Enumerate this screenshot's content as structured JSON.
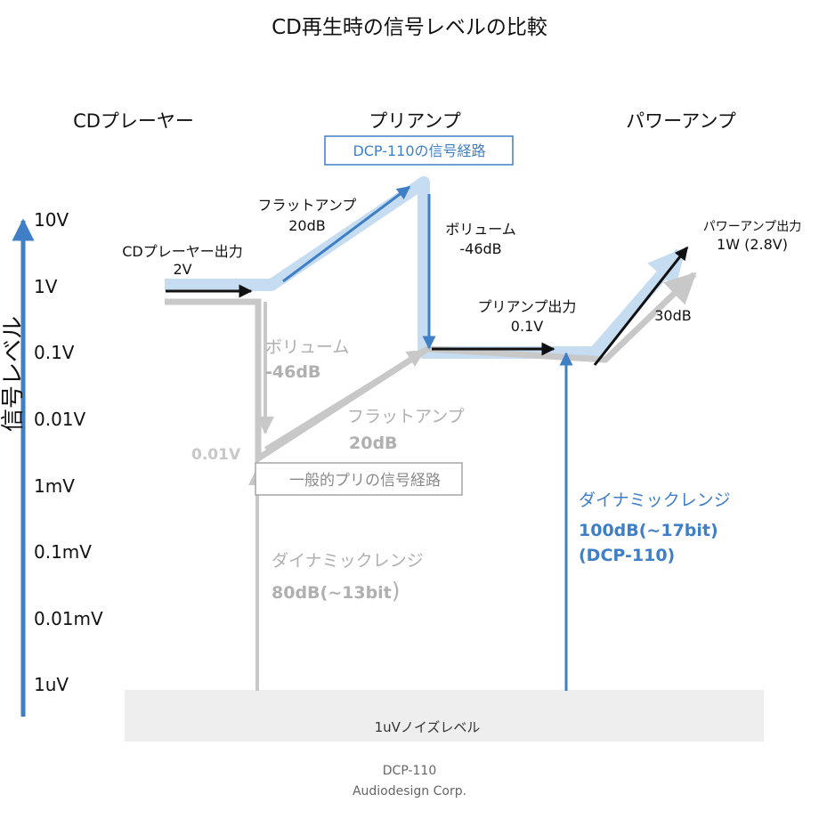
{
  "title": "CD再生時の信号レベルの比較",
  "stages": {
    "cd_player": "CDプレーヤー",
    "preamp": "プリアンプ",
    "power_amp": "パワーアンプ"
  },
  "axis": {
    "title": "信号レベル",
    "levels": [
      "10V",
      "1V",
      "0.1V",
      "0.01V",
      "1mV",
      "0.1mV",
      "0.01mV",
      "1uV"
    ]
  },
  "labels": {
    "cd_output_1": "CDプレーヤー出力",
    "cd_output_2": "2V",
    "flat_amp_1": "フラットアンプ",
    "flat_amp_2": "20dB",
    "volume_1": "ボリューム",
    "volume_2": "-46dB",
    "pre_output_1": "プリアンプ出力",
    "pre_output_2": "0.1V",
    "power_output_1": "パワーアンプ出力",
    "power_output_2": "1W (2.8V)",
    "gain_30db": "30dB"
  },
  "gray_labels": {
    "volume_1": "ボリューム",
    "volume_2": "-46dB",
    "flat_amp_1": "フラットアンプ",
    "flat_amp_2": "20dB",
    "level_001v": "0.01V"
  },
  "legend": {
    "dcp_path": "DCP-110の信号経路",
    "general_path": "一般的プリの信号経路"
  },
  "dynamic_range": {
    "general_1": "ダイナミックレンジ",
    "general_2": "80dB(~13bit",
    "general_paren": ")",
    "dcp_1": "ダイナミックレンジ",
    "dcp_2": "100dB(~17bit)",
    "dcp_3": "(DCP-110)"
  },
  "noise_floor": "1uVノイズレベル",
  "footer": {
    "line1": "DCP-110",
    "line2": "Audiodesign Corp."
  },
  "colors": {
    "blue": "#3f7fc6",
    "light_blue": "#c5dcf1",
    "gray": "#c8c8c8",
    "black": "#111111",
    "noise_band": "#eeeeee"
  }
}
